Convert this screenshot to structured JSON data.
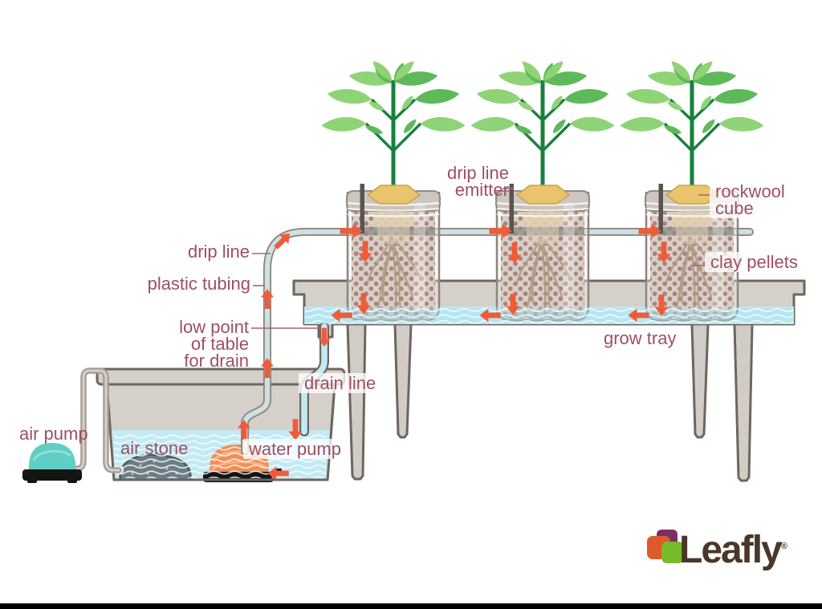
{
  "figure": {
    "type": "infographic-diagram",
    "subject": "hydroponic drip irrigation system",
    "labels": {
      "drip_line": "drip line",
      "plastic_tubing": "plastic tubing",
      "low_point_line1": "low point",
      "low_point_line2": "of table",
      "low_point_line3": "for drain",
      "drain_line": "drain line",
      "air_pump": "air pump",
      "air_stone": "air stone",
      "water_pump": "water pump",
      "grow_tray": "grow tray",
      "emitter_line1": "drip line",
      "emitter_line2": "emitter",
      "rockwool_line1": "rockwool",
      "rockwool_line2": "cube",
      "clay_pellets": "clay pellets"
    },
    "colors": {
      "label_text": "#9d4f63",
      "flow_arrow": "#f15b39",
      "water": "#c3eaf4",
      "structure_grey": "#d6d0ca",
      "outline_grey": "#6e665e",
      "leaf_light": "#8fd377",
      "leaf_mid": "#5eb95b",
      "stem_green": "#17813e",
      "air_pump_teal": "#5fcfc6",
      "water_pump_orange": "#f28e57",
      "rockwool_tan": "#e9c46c",
      "pellet_brown": "#7e3c2c"
    }
  },
  "logo": {
    "brand": "Leafly",
    "registered_mark": "®",
    "square_orange": "#df5a2b",
    "square_purple": "#7c2e63",
    "square_green": "#77bb2b"
  }
}
